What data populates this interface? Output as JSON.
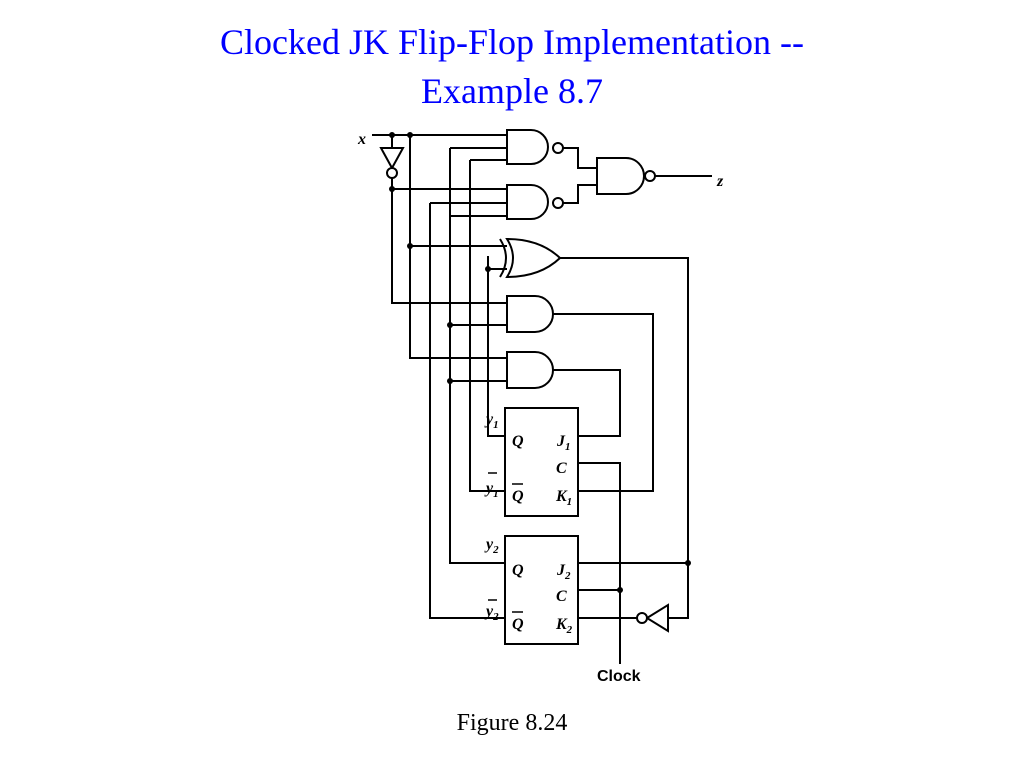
{
  "title": {
    "line1": "Clocked JK Flip-Flop Implementation --",
    "line2": "Example 8.7"
  },
  "caption": "Figure 8.24",
  "signals": {
    "input": "x",
    "output": "z",
    "clock": "Clock",
    "y": "y",
    "sub1": "1",
    "sub2": "2"
  },
  "flipflop_pins": {
    "q": "Q",
    "j": "J",
    "c": "C",
    "k": "K"
  },
  "colors": {
    "title": "#0000ff",
    "ink": "#000000"
  }
}
